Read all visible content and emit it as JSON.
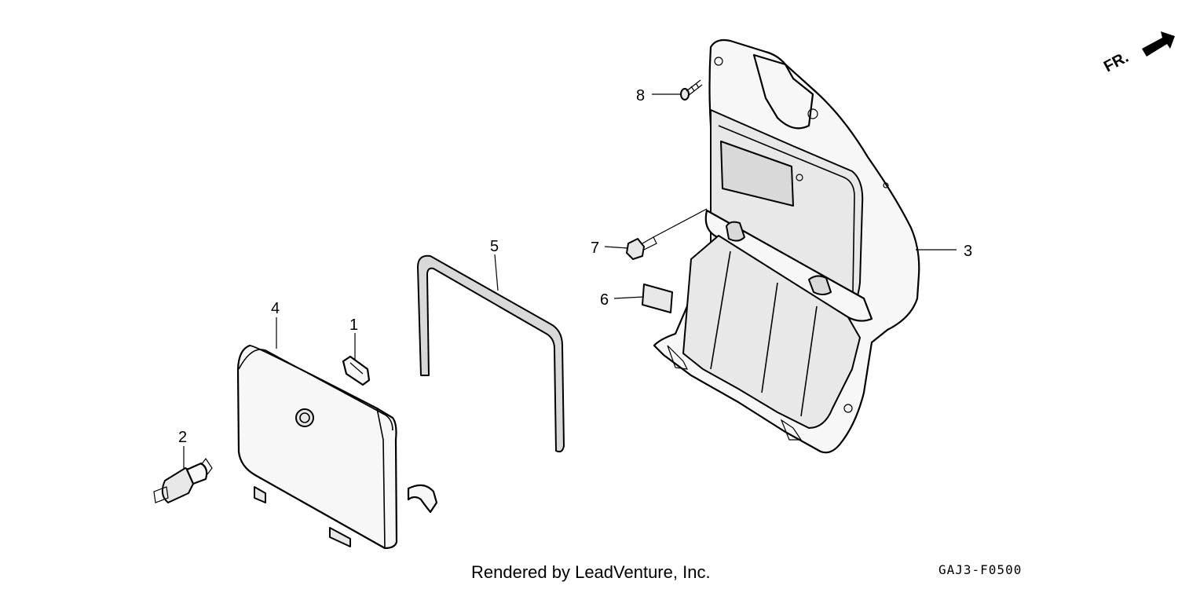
{
  "callouts": [
    {
      "id": "1",
      "label": "1"
    },
    {
      "id": "2",
      "label": "2"
    },
    {
      "id": "3",
      "label": "3"
    },
    {
      "id": "4",
      "label": "4"
    },
    {
      "id": "5",
      "label": "5"
    },
    {
      "id": "6",
      "label": "6"
    },
    {
      "id": "7",
      "label": "7"
    },
    {
      "id": "8",
      "label": "8"
    }
  ],
  "direction_label": "FR.",
  "credit": "Rendered by LeadVenture, Inc.",
  "diagram_code": "GAJ3-F0500"
}
